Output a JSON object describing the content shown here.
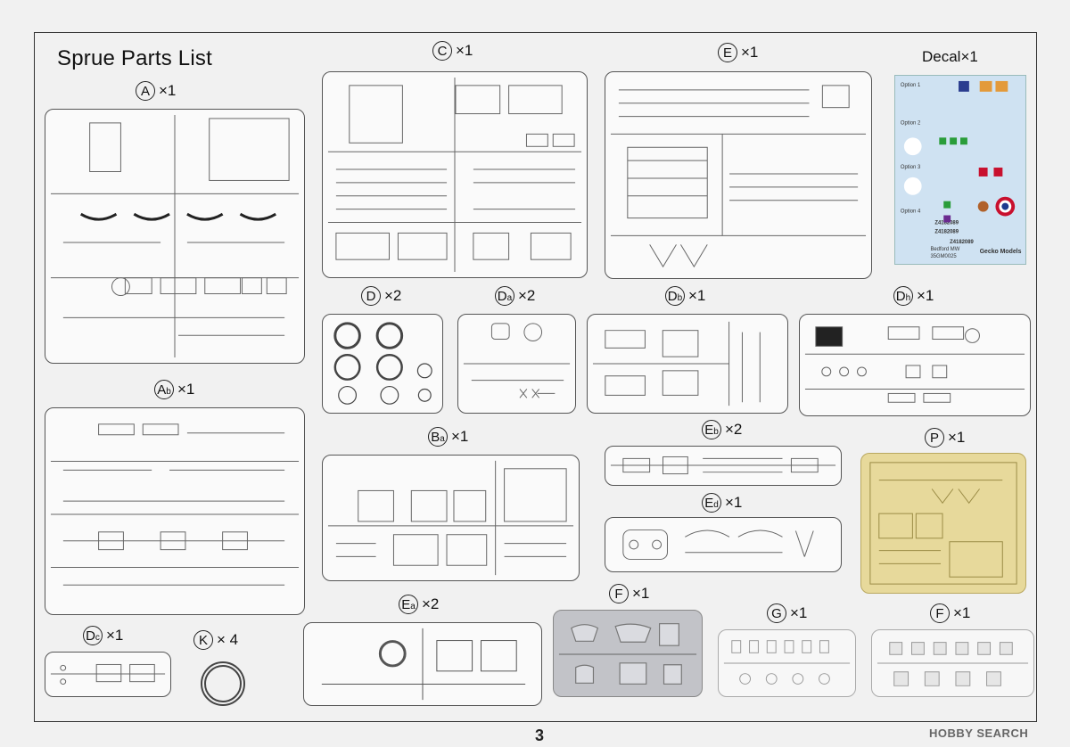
{
  "page_title": "Sprue Parts List",
  "sprues": [
    {
      "id": "A",
      "base": "A",
      "sub": "",
      "qty": "×1"
    },
    {
      "id": "Ab",
      "base": "A",
      "sub": "b",
      "qty": "×1"
    },
    {
      "id": "C",
      "base": "C",
      "sub": "",
      "qty": "×1"
    },
    {
      "id": "E",
      "base": "E",
      "sub": "",
      "qty": "×1"
    },
    {
      "id": "D",
      "base": "D",
      "sub": "",
      "qty": "×2"
    },
    {
      "id": "Da",
      "base": "D",
      "sub": "a",
      "qty": "×2"
    },
    {
      "id": "Db",
      "base": "D",
      "sub": "b",
      "qty": "×1"
    },
    {
      "id": "Dh",
      "base": "D",
      "sub": "h",
      "qty": "×1"
    },
    {
      "id": "Ba",
      "base": "B",
      "sub": "a",
      "qty": "×1"
    },
    {
      "id": "Eb",
      "base": "E",
      "sub": "b",
      "qty": "×2"
    },
    {
      "id": "Ed",
      "base": "E",
      "sub": "d",
      "qty": "×1"
    },
    {
      "id": "P",
      "base": "P",
      "sub": "",
      "qty": "×1"
    },
    {
      "id": "Ea",
      "base": "E",
      "sub": "a",
      "qty": "×2"
    },
    {
      "id": "F1",
      "base": "F",
      "sub": "",
      "qty": "×1"
    },
    {
      "id": "G",
      "base": "G",
      "sub": "",
      "qty": "×1"
    },
    {
      "id": "F2",
      "base": "F",
      "sub": "",
      "qty": "×1"
    },
    {
      "id": "Dc",
      "base": "D",
      "sub": "c",
      "qty": "×1"
    },
    {
      "id": "K",
      "base": "K",
      "sub": "",
      "qty": "× 4"
    }
  ],
  "decal": {
    "label": "Decal×1",
    "options": [
      "Option 1",
      "Option 2",
      "Option 3",
      "Option 4"
    ],
    "serials": [
      "Z4182089",
      "Z4182089",
      "Z4182089"
    ],
    "model": "Bedford MW",
    "code": "35GM0025",
    "brand": "Gecko Models"
  },
  "page_number": "3",
  "watermark": "HOBBY SEARCH"
}
